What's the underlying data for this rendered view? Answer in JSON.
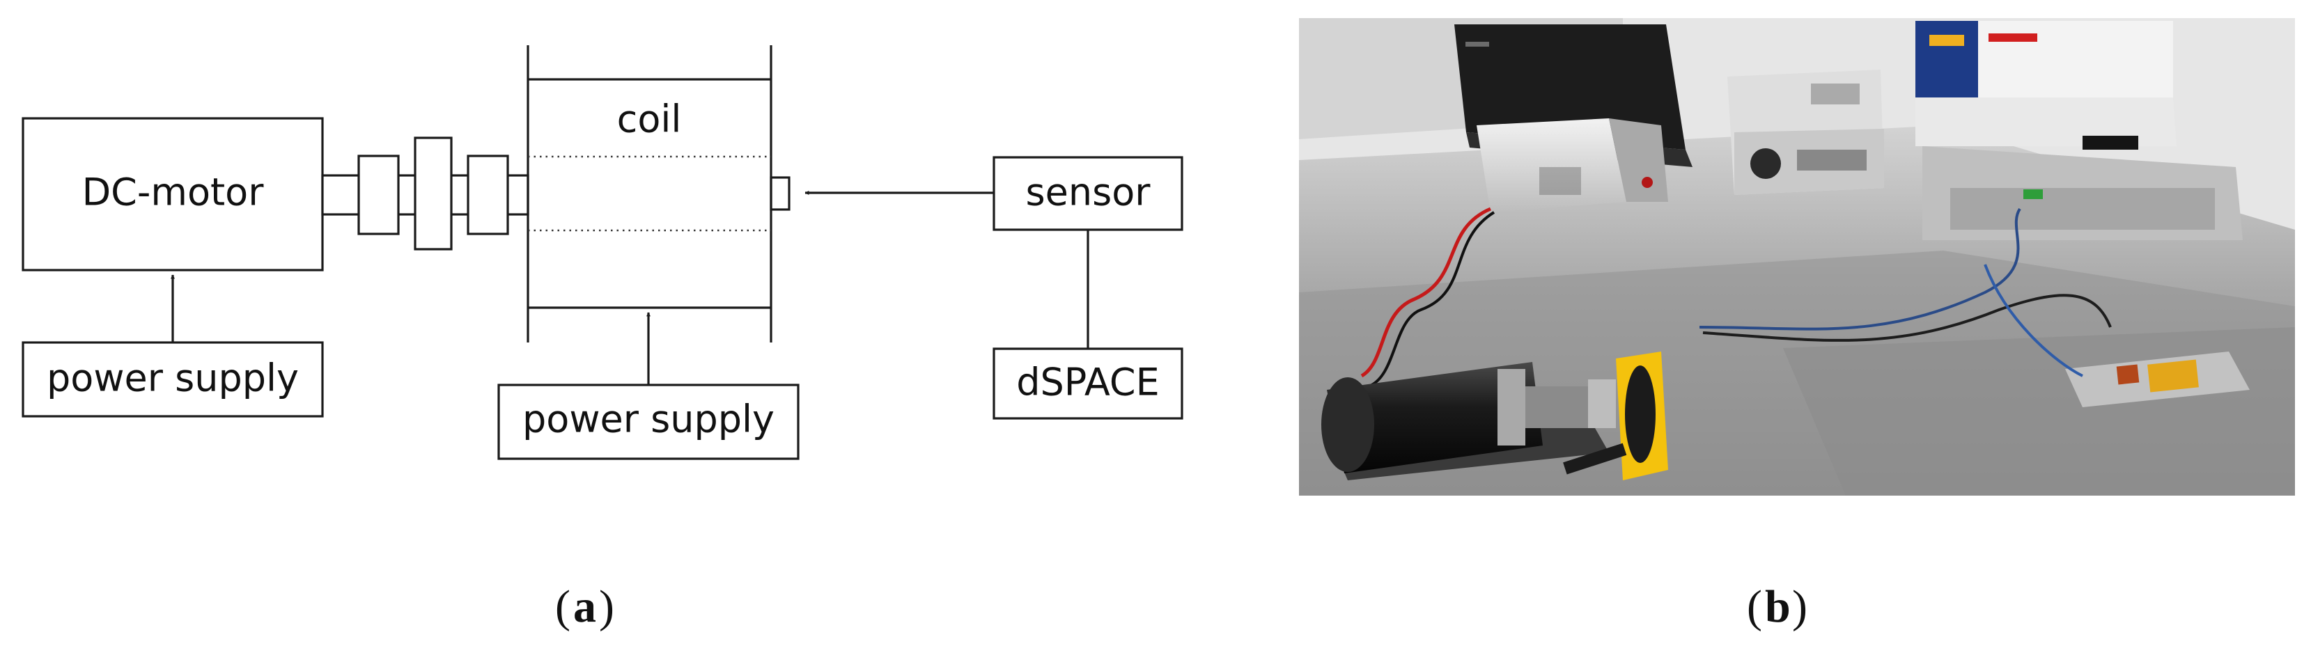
{
  "diagram": {
    "dc_motor": "DC-motor",
    "coil": "coil",
    "sensor": "sensor",
    "dspace": "dSPACE",
    "motor_power_supply": "power supply",
    "coil_power_supply": "power supply"
  },
  "captions": {
    "a": "a",
    "b": "b"
  }
}
